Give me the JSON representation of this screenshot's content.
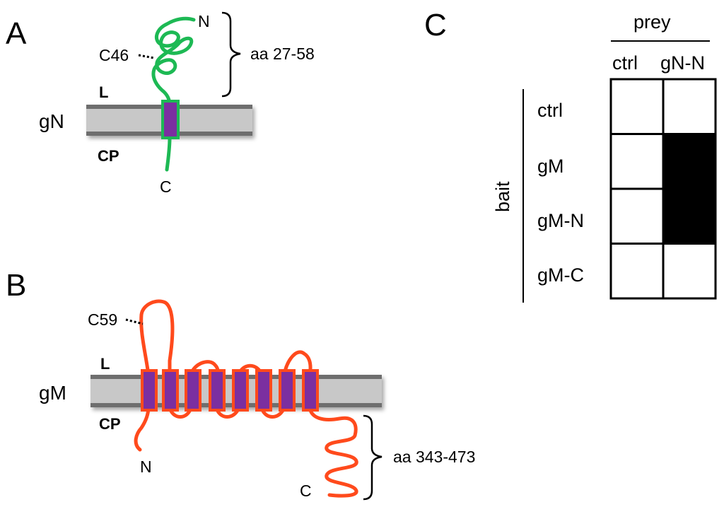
{
  "panels": {
    "a": {
      "letter": "A",
      "protein_label": "gN",
      "n_term": "N",
      "c_term": "C",
      "cys_label": "C46",
      "region_label": "aa 27-58",
      "lumen_label": "L",
      "cytoplasm_label": "CP",
      "chain_color": "#1db954"
    },
    "b": {
      "letter": "B",
      "protein_label": "gM",
      "n_term": "N",
      "c_term": "C",
      "cys_label": "C59",
      "region_label": "aa 343-473",
      "lumen_label": "L",
      "cytoplasm_label": "CP",
      "chain_color": "#ff4a1c"
    },
    "c": {
      "letter": "C",
      "prey_header": "prey",
      "prey_columns": [
        "ctrl",
        "gN-N"
      ],
      "bait_header": "bait",
      "bait_rows": [
        "ctrl",
        "gM",
        "gM-N",
        "gM-C"
      ],
      "interaction_grid": [
        [
          false,
          false
        ],
        [
          false,
          true
        ],
        [
          false,
          true
        ],
        [
          false,
          false
        ]
      ]
    }
  },
  "colors": {
    "membrane": "#c8c8c8",
    "membrane_edge": "#6e6e6e",
    "tm_segment": "#7b2fa0"
  }
}
